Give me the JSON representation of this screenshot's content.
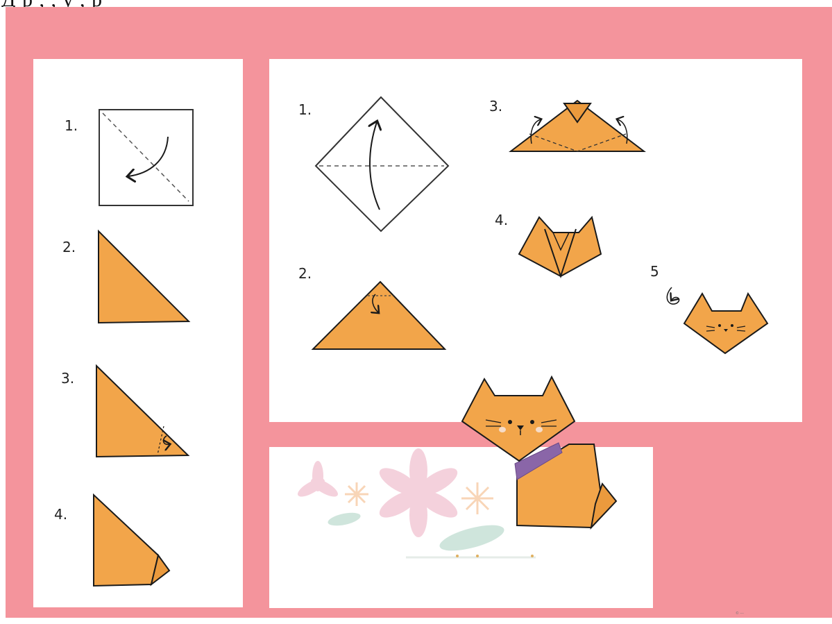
{
  "header": {
    "cut_text": "Д р                   ,     ,   у  ,  р"
  },
  "left_steps": [
    "1.",
    "2.",
    "3.",
    "4."
  ],
  "right_steps": [
    "1.",
    "2.",
    "3.",
    "4.",
    "5"
  ],
  "colors": {
    "background": "#f4949c",
    "panel": "#ffffff",
    "paper": "#f2a54a",
    "outline": "#1a1a1a",
    "collar": "#8a66a8",
    "fold_line": "#555555",
    "flower_pink": "#f3c9d6",
    "flower_peach": "#f8dcc0",
    "leaf": "#cfe5dc"
  },
  "icons": [
    "curved-arrow-icon",
    "fold-arrow-icon",
    "flip-over-icon",
    "cat-face-icon"
  ],
  "footer": {
    "credit": "© ---"
  }
}
